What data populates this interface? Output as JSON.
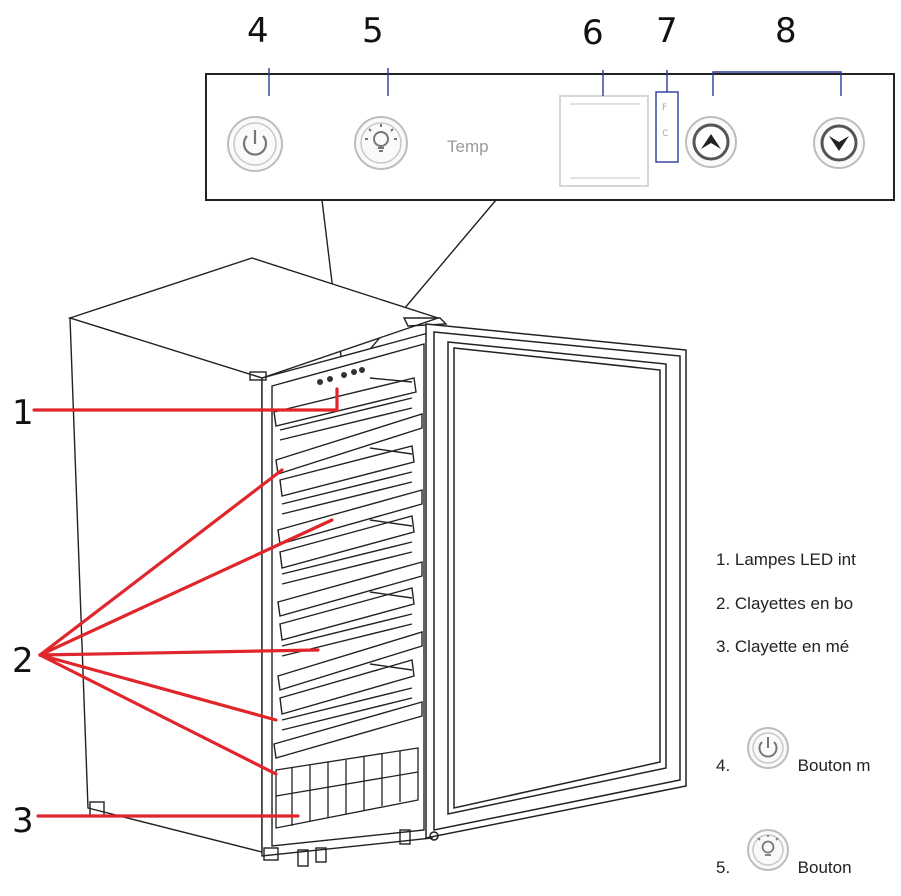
{
  "callouts": {
    "n1": "1",
    "n2": "2",
    "n3": "3",
    "n4": "4",
    "n5": "5",
    "n6": "6",
    "n7": "7",
    "n8": "8"
  },
  "panel": {
    "temp_label": "Temp",
    "indicator_top": "F",
    "indicator_bottom": "C"
  },
  "legend": {
    "item1": "1. Lampes LED int",
    "item2": "2. Clayettes en bo",
    "item3": "3. Clayette en mé",
    "item4_num": "4.",
    "item4_text": "Bouton m",
    "item5_num": "5.",
    "item5_text": "Bouton"
  },
  "colors": {
    "leader_red": "#e0262b",
    "leader_blue": "#2b3a9e",
    "line": "#222222"
  },
  "icons": [
    "power-icon",
    "light-bulb-icon",
    "arrow-up-icon",
    "arrow-down-icon"
  ]
}
